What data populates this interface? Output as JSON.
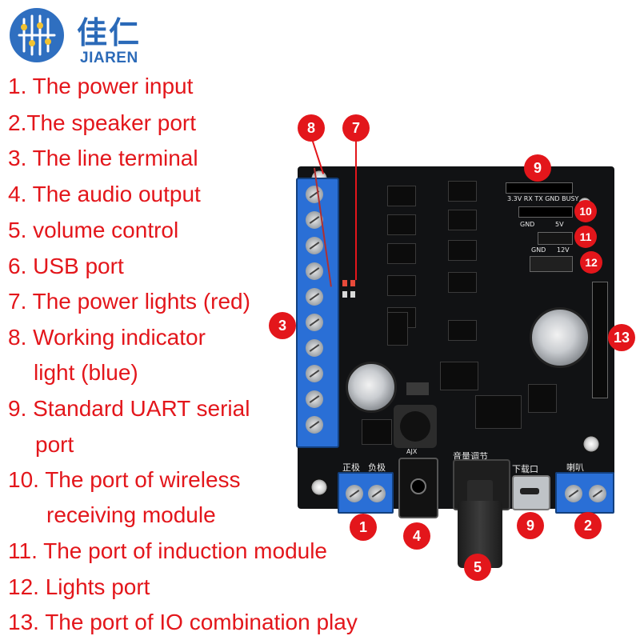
{
  "logo": {
    "chinese": "佳仁",
    "english": "JIAREN",
    "brand_color": "#2b6ab8"
  },
  "legend": [
    {
      "text": "1. The power input"
    },
    {
      "text": "2.The speaker port"
    },
    {
      "text": "3. The line terminal"
    },
    {
      "text": "4. The audio output"
    },
    {
      "text": "5. volume control"
    },
    {
      "text": "6. USB port"
    },
    {
      "text": "7. The power lights (red)"
    },
    {
      "text": "8. Working indicator"
    },
    {
      "text": "light (blue)"
    },
    {
      "text": "9. Standard UART serial"
    },
    {
      "text": "port"
    },
    {
      "text": "10. The port of wireless"
    },
    {
      "text": "receiving module"
    },
    {
      "text": "11. The port of induction module"
    },
    {
      "text": "12. Lights port"
    },
    {
      "text": "13. The port of IO combination play"
    }
  ],
  "board_labels": {
    "uart_pins": "3.3V  RX  TX  GND BUSY",
    "power_pos": "正极",
    "power_neg": "负极",
    "jack": "AJX",
    "volume": "音量调节",
    "download": "下载口",
    "speaker": "喇叭",
    "lights_gnd": "GND",
    "lights_12v": "12V",
    "wireless_gnd": "GND",
    "wireless_5v": "5V"
  },
  "badges": {
    "b1": "1",
    "b2": "2",
    "b3": "3",
    "b4": "4",
    "b5": "5",
    "b7": "7",
    "b8": "8",
    "b9_top": "9",
    "b9_usb": "9",
    "b10": "10",
    "b11": "11",
    "b12": "12",
    "b13": "13"
  },
  "colors": {
    "annotation_red": "#e3161b",
    "board_black": "#111214",
    "terminal_blue": "#2a6fd6"
  }
}
